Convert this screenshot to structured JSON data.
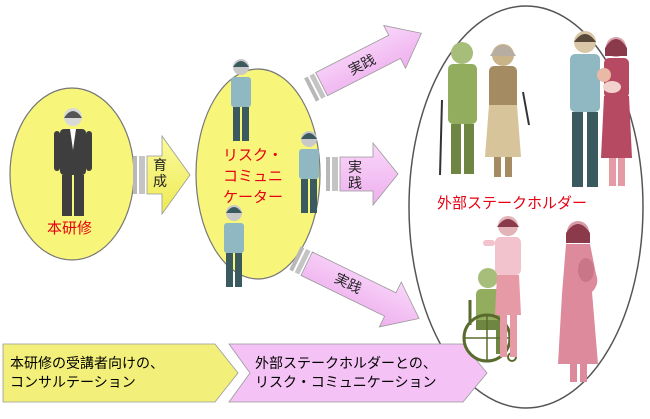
{
  "labels": {
    "training": "本研修",
    "rc": [
      "リスク・",
      "コミュニ",
      "ケーター"
    ],
    "stakeholders": "外部ステークホルダー"
  },
  "arrows": {
    "develop": "育成",
    "practice": "実践"
  },
  "bottom": {
    "left": [
      "本研修の受講者向けの、",
      "コンサルテーション"
    ],
    "right": [
      "外部ステークホルダーとの、",
      "リスク・コミュニケーション"
    ]
  },
  "colors": {
    "yellow": "#f7f57a",
    "pink_arrow": "#f4c2f4",
    "red_text": "#e60012",
    "dark_suit": "#3e3e3e",
    "teal_shirt": "#8fb8c2",
    "green_elder": "#93ad5f",
    "pink_woman": "#e59aa6"
  },
  "icons": [
    "businessman-icon",
    "trainee-icon",
    "elderly-man-icon",
    "elderly-woman-icon",
    "father-icon",
    "mother-with-baby-icon",
    "wheelchair-user-icon",
    "caregiver-icon",
    "pregnant-woman-icon"
  ]
}
